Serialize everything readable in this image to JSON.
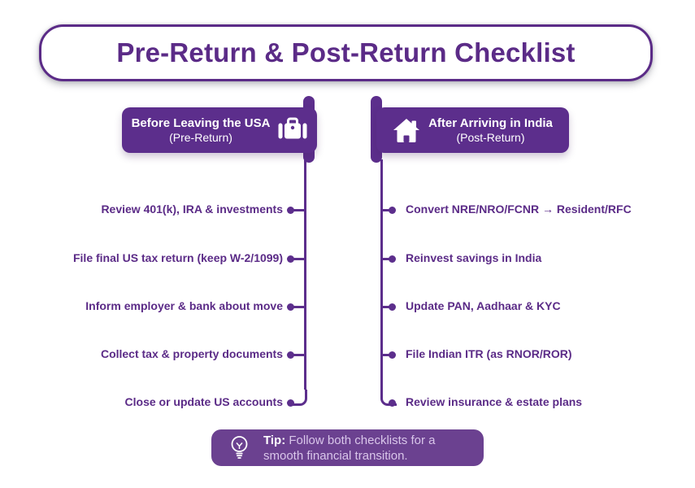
{
  "title": "Pre-Return & Post-Return Checklist",
  "columns": {
    "left": {
      "header": {
        "line1": "Before Leaving the USA",
        "line2": "(Pre-Return)",
        "icon": "briefcase-icon"
      },
      "items": [
        "Review 401(k), IRA & investments",
        "File final US tax return (keep W-2/1099)",
        "Inform employer & bank about move",
        "Collect tax & property documents",
        "Close or update US accounts"
      ]
    },
    "right": {
      "header": {
        "line1": "After Arriving in India",
        "line2": "(Post-Return)",
        "icon": "home-icon"
      },
      "items": [
        "Convert NRE/NRO/FCNR → Resident/RFC",
        "Reinvest savings in India",
        "Update PAN, Aadhaar & KYC",
        "File Indian ITR (as RNOR/ROR)",
        "Review insurance & estate plans"
      ]
    }
  },
  "tip": {
    "label": "Tip:",
    "line1": "Follow both checklists for a",
    "line2": "smooth financial transition.",
    "icon": "lightbulb-icon"
  },
  "colors": {
    "primary_purple": "#5c2e8c",
    "text_purple": "#5b2b87",
    "tip_purple": "#6b4190",
    "tip_text_light": "#d9c6ea",
    "background": "#ffffff"
  }
}
